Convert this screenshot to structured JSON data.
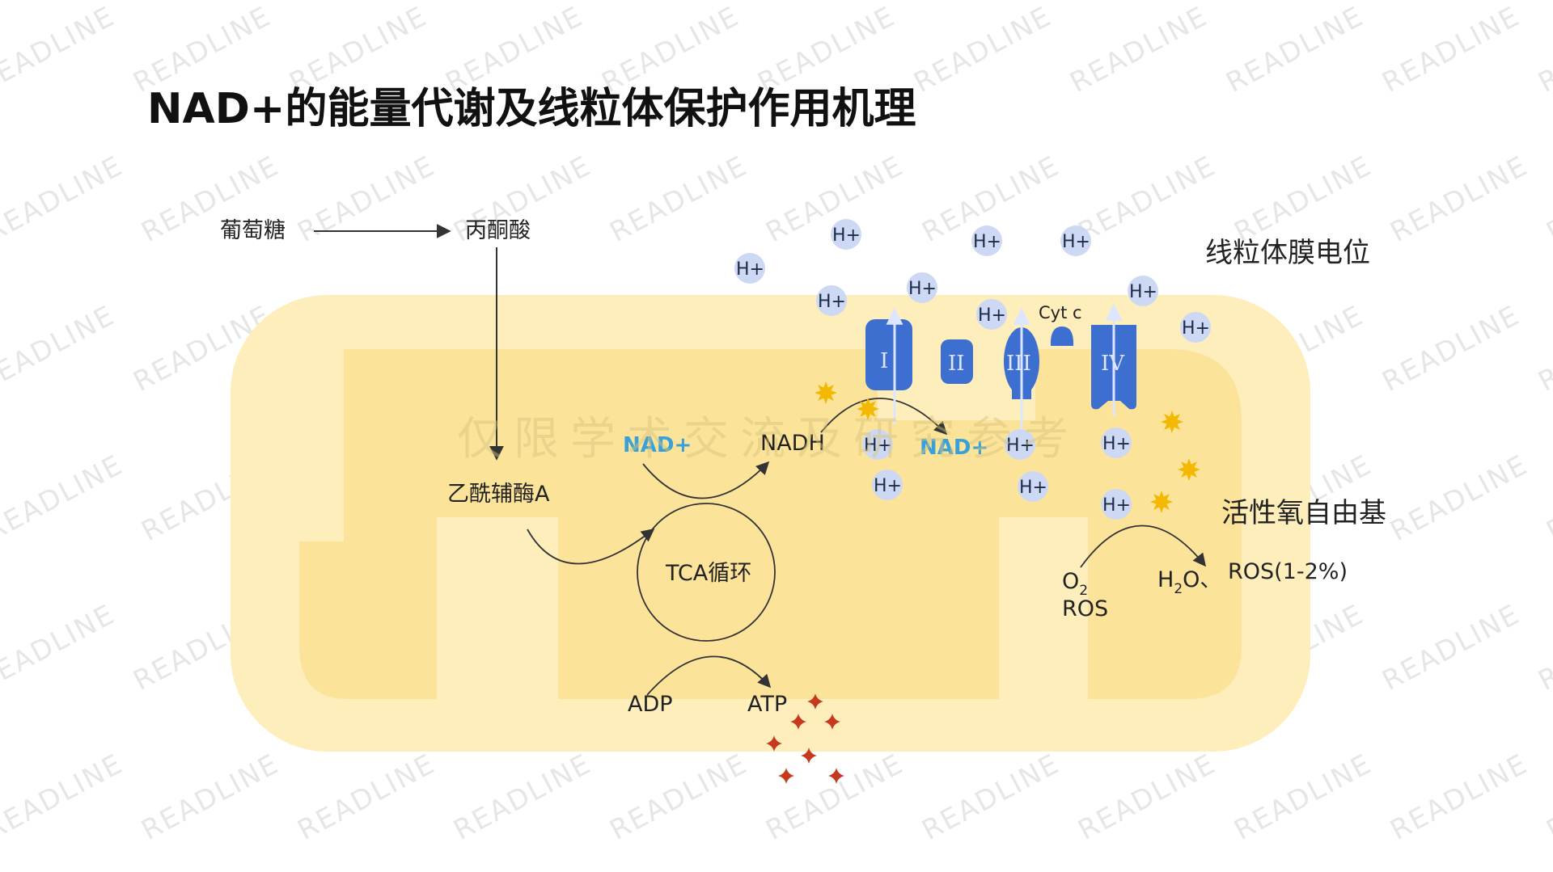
{
  "title": "NAD+的能量代谢及线粒体保护作用机理",
  "labels": {
    "glucose": "葡萄糖",
    "pyruvate": "丙酮酸",
    "acetyl_coa": "乙酰辅酶A",
    "tca": "TCA循环",
    "nad_plus_left": "NAD+",
    "nadh": "NADH",
    "nad_plus_right": "NAD+",
    "adp": "ADP",
    "atp": "ATP",
    "cyt_c": "Cyt c",
    "membrane_potential": "线粒体膜电位",
    "reactive_oxygen": "活性氧自由基",
    "o2": "O",
    "o2_sub": "2",
    "ros_left": "ROS",
    "h2o": "H",
    "h2o_sub": "2",
    "h2o_tail": "O、",
    "ros_pct": "ROS(1-2%)"
  },
  "complexes": [
    "I",
    "II",
    "III",
    "IV"
  ],
  "proton_label": "H+",
  "watermark_brand": "READLINE",
  "watermark_notice": "仅限学术交流及研究参考",
  "colors": {
    "outer_membrane": "#fdeebc",
    "matrix": "#fbe39a",
    "complex": "#3d6fd1",
    "proton": "#cdd8f5",
    "nad": "#3aa0d8",
    "star_atp": "#c8381e",
    "star_ros": "#f5b800"
  },
  "icons": [
    "arrow-right-icon",
    "arrow-down-icon",
    "star-spark-icon",
    "burst-star-icon"
  ]
}
